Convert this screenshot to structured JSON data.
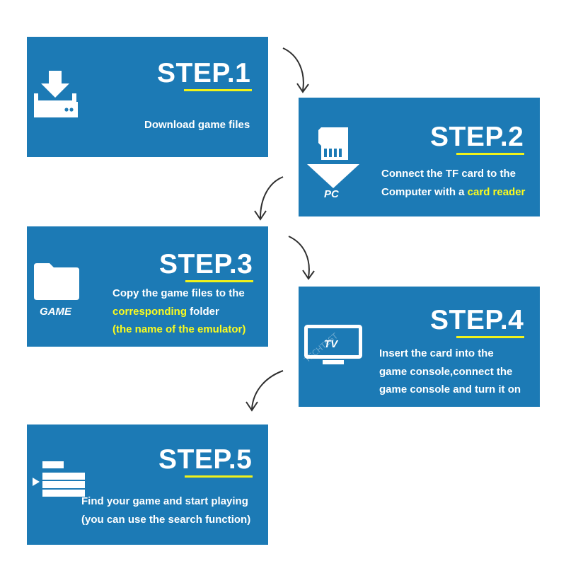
{
  "steps": [
    {
      "title": "STEP.1",
      "lines": [
        "Download game files"
      ]
    },
    {
      "title": "STEP.2",
      "line1": "Connect the TF card to the",
      "line2_prefix": "Computer with a ",
      "line2_highlight": "card reader",
      "icon_label": "PC"
    },
    {
      "title": "STEP.3",
      "line1": "Copy the game files to the",
      "line2_highlight": "corresponding",
      "line2_suffix": " folder",
      "line3_highlight": "(the name of the emulator)",
      "icon_label": "GAME"
    },
    {
      "title": "STEP.4",
      "lines": [
        "Insert the card into the",
        "game console,connect the",
        "game console and turn it on"
      ],
      "icon_label": "TV"
    },
    {
      "title": "STEP.5",
      "lines": [
        "Find your game and start playing",
        "(you can use the search function)"
      ]
    }
  ],
  "watermark": "TECHTEST",
  "colors": {
    "card": "#1c7ab5",
    "highlight": "#fbfb1e",
    "underline": "#f0f21a",
    "arrow": "#2f2f2f"
  },
  "icons": [
    "download-icon",
    "sd-card-icon",
    "folder-icon",
    "tv-icon",
    "game-list-icon",
    "curved-arrow-icon"
  ]
}
